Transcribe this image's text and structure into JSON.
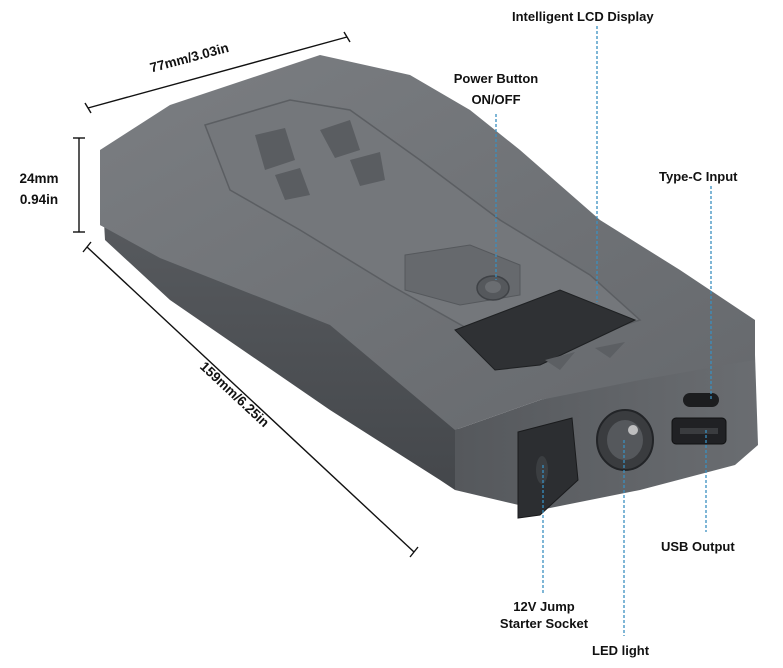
{
  "labels": {
    "lcd_display": "Intelligent LCD Display",
    "power_button_line1": "Power Button",
    "power_button_line2": "ON/OFF",
    "type_c_input": "Type-C Input",
    "usb_output": "USB Output",
    "jump_socket_line1": "12V Jump",
    "jump_socket_line2": "Starter Socket",
    "led_light": "LED light"
  },
  "dimensions": {
    "width": "77mm/3.03in",
    "height_line1": "24mm",
    "height_line2": "0.94in",
    "length": "159mm/6.25in"
  },
  "colors": {
    "body": "#6f7275",
    "body_dark": "#4d5054",
    "body_light": "#8a8d90",
    "screen": "#2b2d30",
    "leader_line": "#3a8fc0",
    "dimension_line": "#111111"
  }
}
